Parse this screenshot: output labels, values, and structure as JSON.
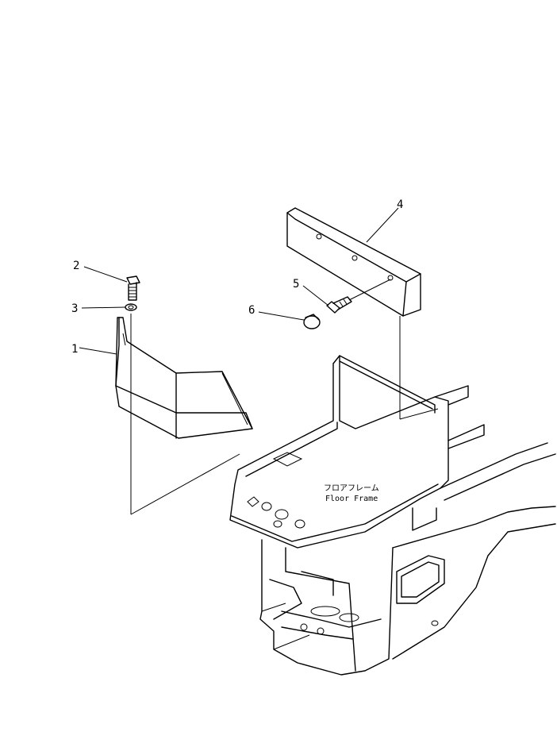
{
  "callouts": [
    "1",
    "2",
    "3",
    "4",
    "5",
    "6"
  ],
  "floor_frame": {
    "label_ja": "フロアフレーム",
    "label_en": "Floor Frame"
  }
}
